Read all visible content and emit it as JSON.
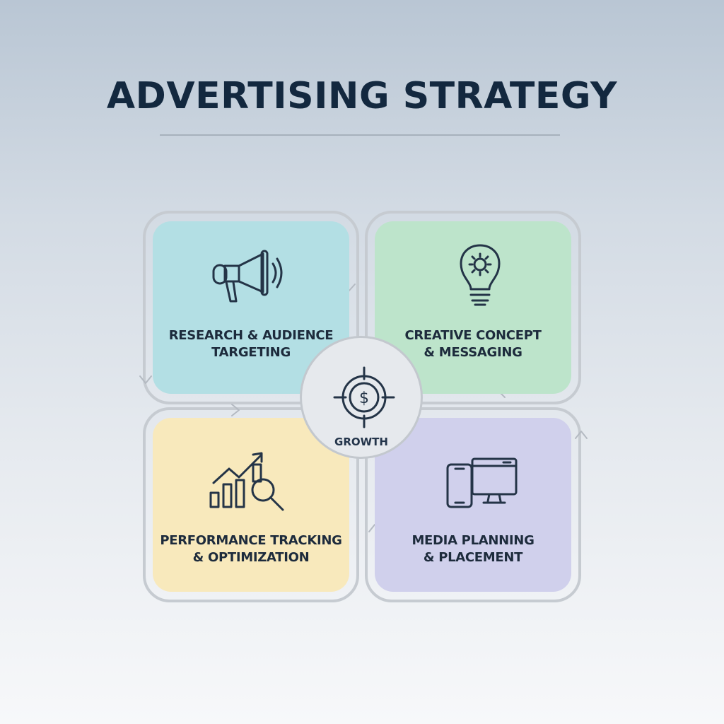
{
  "title": "ADVERTISING STRATEGY",
  "center": {
    "label": "GROWTH",
    "icon": "target-dollar-icon"
  },
  "steps": [
    {
      "label": "RESEARCH & AUDIENCE\nTARGETING",
      "icon": "megaphone-icon",
      "color": "#b3dfe4"
    },
    {
      "label": "CREATIVE CONCEPT\n& MESSAGING",
      "icon": "lightbulb-gear-icon",
      "color": "#bde4cb"
    },
    {
      "label": "PERFORMANCE TRACKING\n& OPTIMIZATION",
      "icon": "growth-chart-magnifier-icon",
      "color": "#f8e9bc"
    },
    {
      "label": "MEDIA PLANNING\n& PLACEMENT",
      "icon": "devices-icon",
      "color": "#d0d0ec"
    }
  ],
  "colors": {
    "title": "#13283f",
    "text": "#1d2b3c",
    "icon_stroke": "#243447",
    "track": "#c6cbd1"
  }
}
